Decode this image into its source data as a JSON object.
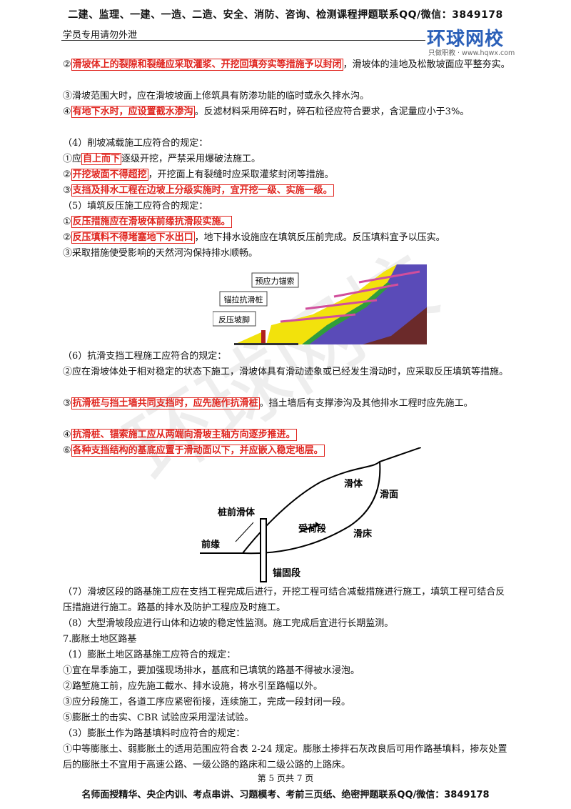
{
  "header": {
    "top_banner": "二建、监理、一建、一造、二造、安全、消防、咨询、检测课程押题联系QQ/微信：3849178",
    "left_note": "学员专用请勿外泄",
    "logo": "环球网校",
    "logo_sub": "只做职教 · www.hqwx.com"
  },
  "watermark": "环球网校",
  "lines": {
    "l1_pre": "②",
    "l1_hl": "滑坡体上的裂隙和裂缝应采取灌浆、开挖回填夯实等措施予以封闭",
    "l1_post": "，滑坡体的洼地及松散坡面应平整夯实。",
    "l2": "③滑坡范围大时，应在滑坡坡面上修筑具有防渗功能的临时或永久排水沟。",
    "l3_pre": "④",
    "l3_hl": "有地下水时，应设置截水渗沟",
    "l3_post": "。反滤材料采用碎石时，碎石粒径应符合要求，含泥量应小于3%。",
    "l4": "（4）削坡减载施工应符合的规定：",
    "l5_pre": "①应",
    "l5_hl": "自上而下",
    "l5_post": "逐级开挖，严禁采用爆破法施工。",
    "l6_pre": "②",
    "l6_hl": "开挖坡面不得超挖",
    "l6_post": "，开挖面上有裂缝时应采取灌浆封闭等措施。",
    "l7_pre": "③",
    "l7_hl": "支挡及排水工程在边坡上分级实施时，宜开挖一级、实施一级。",
    "l8": "（5）填筑反压施工应符合的规定：",
    "l9_pre": "①",
    "l9_hl": "反压措施应在滑坡体前缘抗滑段实施。",
    "l10_pre": "②",
    "l10_hl": "反压填料不得堵塞地下水出口",
    "l10_post": "，地下排水设施应在填筑反压前完成。反压填料宜予以压实。",
    "l11": "③采取措施使受影响的天然河沟保持排水顺畅。",
    "l12": "（6）抗滑支挡工程施工应符合的规定：",
    "l13": "②应在滑坡体处于相对稳定的状态下施工，滑坡体具有滑动迹象或已经发生滑动时，应采取反压填筑等措施。",
    "l14_pre": "③",
    "l14_hl": "抗滑桩与挡土墙共同支挡时，应先施作抗滑桩",
    "l14_post": "。挡土墙后有支撑渗沟及其他排水工程时应先施工。",
    "l15_pre": "④",
    "l15_hl": "抗滑桩、锚索施工应从两端向滑坡主轴方向逐步推进。",
    "l16_pre": "⑥",
    "l16_hl": "各种支挡结构的基底应置于滑动面以下，并应嵌入稳定地层。",
    "l17": "（7）滑坡区段的路基施工应在支挡工程完成后进行，开挖工程可结合减载措施进行施工，填筑工程可结合反压措施进行施工。路基的排水及防护工程应及时施工。",
    "l18": "（8）大型滑坡段应进行山体和边坡的稳定性监测。施工完成后宜进行长期监测。",
    "l19": "7.膨胀土地区路基",
    "l20": "（1）膨胀土地区路基施工应符合的规定：",
    "l21": "①宜在旱季施工，要加强现场排水，基底和已填筑的路基不得被水浸泡。",
    "l22": "②路堑施工前，应先施工截水、排水设施，将水引至路幅以外。",
    "l23": "③应分段施工，各道工序应紧密衔接，连续施工，完成一段封闭一段。",
    "l24": "⑤膨胀土的击实、CBR 试验应采用湿法试验。",
    "l25": "（3）膨胀土作为路基填料时应符合的规定：",
    "l26": "①中等膨胀土、弱膨胀土的适用范围应符合表 2-24 规定。膨胀土掺拌石灰改良后可用作路基填料，掺灰处置后的膨胀土不宜用于高速公路、一级公路的路床和二级公路的上路床。"
  },
  "figure1": {
    "label_anchor": "预应力锚索",
    "label_pile": "锚拉抗滑桩",
    "label_berm": "反压坡脚"
  },
  "figure2": {
    "label_front": "桩前滑体",
    "label_edge": "前缘",
    "label_load": "受荷段",
    "label_anchor": "锚固段",
    "label_body": "滑体",
    "label_surface": "滑面",
    "label_bed": "滑床"
  },
  "footer": {
    "page": "第 5 页共 7 页",
    "bottom": "名师面授精华、央企内训、考点串讲、习题模考、考前三页纸、绝密押题联系QQ/微信：3849178"
  }
}
